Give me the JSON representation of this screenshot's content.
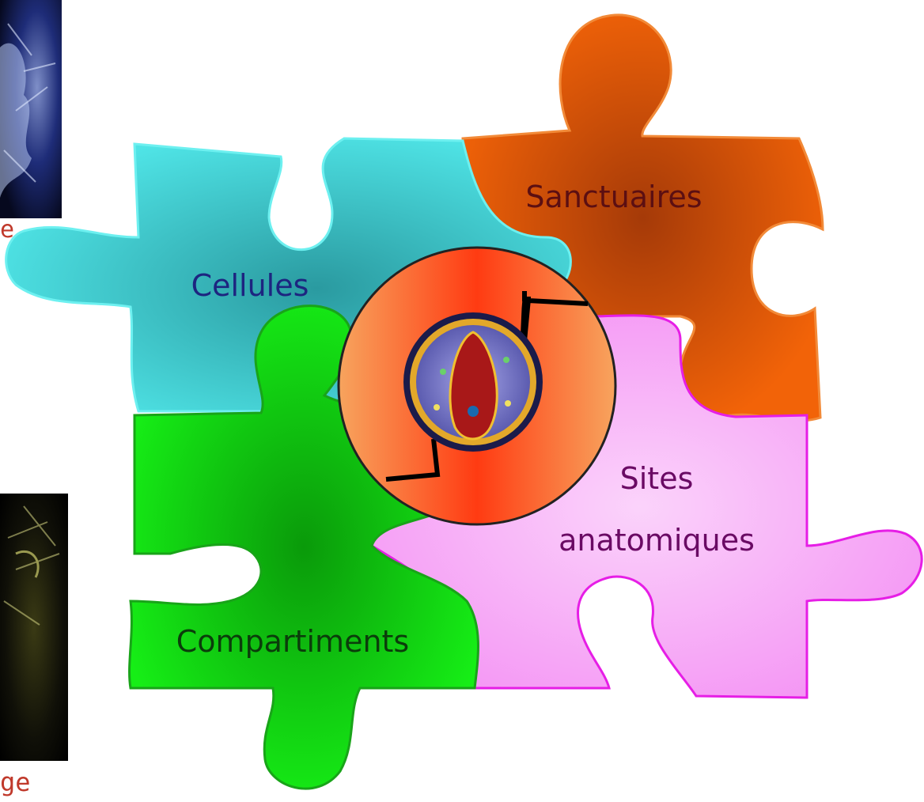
{
  "pieces": {
    "cellules": {
      "label": "Cellules",
      "fill": "#49dfe0",
      "text_color": "#1d2580"
    },
    "sanctuaires": {
      "label": "Sanctuaires",
      "fill": "#e85d08",
      "text_color": "#5c0f12"
    },
    "compartiments": {
      "label": "Compartiments",
      "fill": "#11e311",
      "text_color": "#0b3d0b"
    },
    "sites": {
      "label_line1": "Sites",
      "label_line2": "anatomiques",
      "fill": "#f6a6f6",
      "text_color": "#6a0a64"
    }
  },
  "photos": {
    "top_caption": "e",
    "bottom_caption": "ge",
    "caption_color": "#c0392b"
  },
  "center": {
    "disc_colors": [
      "#f6a660",
      "#ff3a10"
    ],
    "virus_icon": "virus-particle-icon"
  }
}
